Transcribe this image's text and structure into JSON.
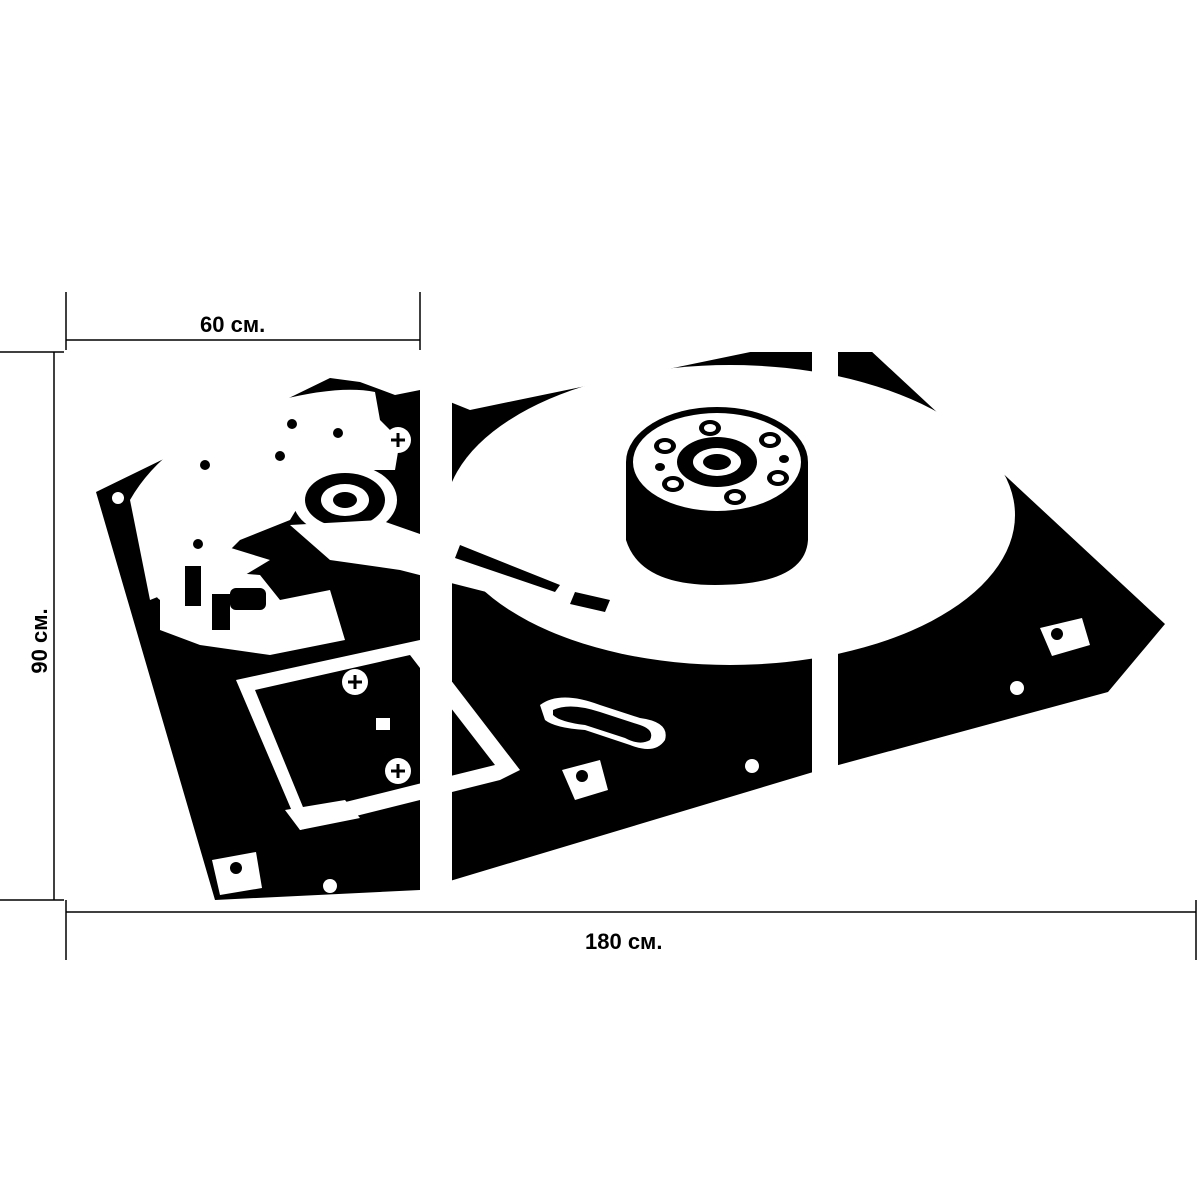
{
  "dimensions": {
    "panel_width": "60 см.",
    "total_width": "180 см.",
    "height": "90 см."
  },
  "artwork": {
    "subject_icon": "hard-disk-drive-icon",
    "panels": 3,
    "colors": {
      "ink": "#000000",
      "paper": "#ffffff"
    }
  }
}
